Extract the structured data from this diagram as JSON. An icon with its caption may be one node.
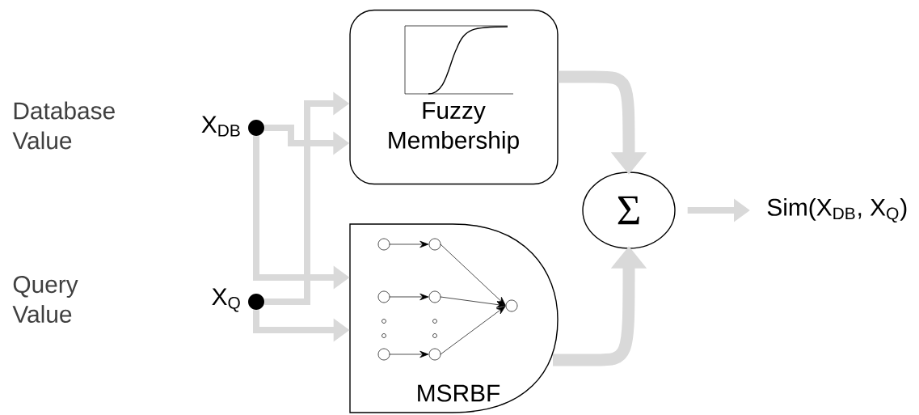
{
  "diagram": {
    "nodes": [
      {
        "text": [],
        "shape": "circle",
        "beside": [
          "X$_{DB}$"
        ]
      },
      {
        "text": [],
        "shape": "circle",
        "beside": [
          "X$_{Q}$"
        ]
      },
      {
        "text": [
          "Fuzzy Membership"
        ]
      },
      {
        "text": [
          "MSRBF"
        ]
      },
      {
        "text": [
          "Σ"
        ]
      },
      {
        "text": [
          "Sim(X$_{DB}$, X$_{Q}$)"
        ]
      }
    ],
    "edges": [
      {
        "from": 0,
        "to": 2,
        "arrow": "to"
      },
      {
        "from": 0,
        "to": 3,
        "arrow": "to"
      },
      {
        "from": 1,
        "to": 2,
        "arrow": "to"
      },
      {
        "from": 1,
        "to": 3,
        "arrow": "to"
      },
      {
        "from": 2,
        "to": 4,
        "arrow": "to",
        "style": "thick"
      },
      {
        "from": 3,
        "to": 4,
        "arrow": "to",
        "style": "thick"
      },
      {
        "from": 4,
        "to": 5,
        "arrow": "to"
      }
    ],
    "labels": [
      "Database Value",
      "Query Value"
    ]
  }
}
